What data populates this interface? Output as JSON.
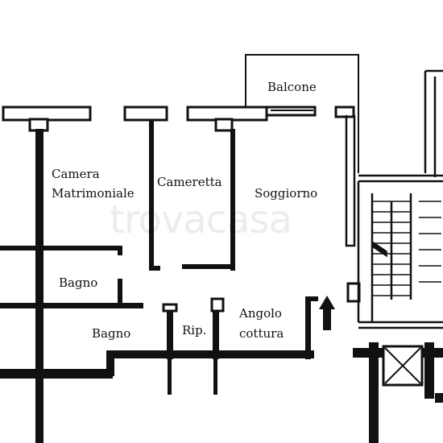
{
  "watermark": "trovacasa",
  "rooms": {
    "balcone": "Balcone",
    "camera_line1": "Camera",
    "camera_line2": "Matrimoniale",
    "cameretta": "Cameretta",
    "soggiorno": "Soggiorno",
    "bagno_upper": "Bagno",
    "bagno_lower": "Bagno",
    "ripostiglio": "Rip.",
    "angolo_line1": "Angolo",
    "angolo_line2": "cottura"
  },
  "icons": {
    "entrance": "up-arrow-icon",
    "elevator": "elevator-cross-icon",
    "staircase": "staircase-icon"
  },
  "colors": {
    "wall": "#111111",
    "background": "#ffffff",
    "watermark": "#cccccc"
  }
}
